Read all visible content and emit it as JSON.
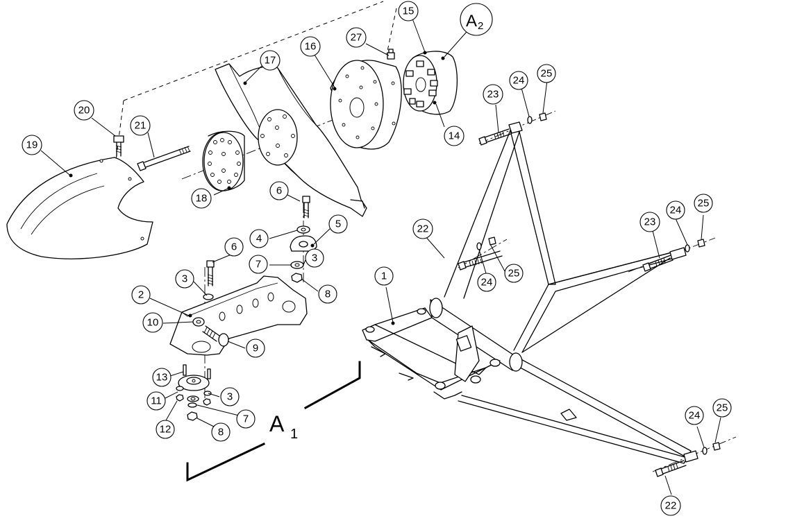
{
  "drawing": {
    "view_A1": {
      "letter": "A",
      "sub": "1"
    },
    "view_A2": {
      "letter": "A",
      "sub": "2"
    }
  },
  "callouts": [
    {
      "id": "c15",
      "label": "15"
    },
    {
      "id": "c27",
      "label": "27"
    },
    {
      "id": "c16",
      "label": "16"
    },
    {
      "id": "c17",
      "label": "17"
    },
    {
      "id": "c20",
      "label": "20"
    },
    {
      "id": "c21",
      "label": "21"
    },
    {
      "id": "c19",
      "label": "19"
    },
    {
      "id": "c14",
      "label": "14"
    },
    {
      "id": "c23a",
      "label": "23"
    },
    {
      "id": "c24a",
      "label": "24"
    },
    {
      "id": "c25a",
      "label": "25"
    },
    {
      "id": "c18",
      "label": "18"
    },
    {
      "id": "c6a",
      "label": "6"
    },
    {
      "id": "c4",
      "label": "4"
    },
    {
      "id": "c5",
      "label": "5"
    },
    {
      "id": "c6b",
      "label": "6"
    },
    {
      "id": "c7a",
      "label": "7"
    },
    {
      "id": "c3a",
      "label": "3"
    },
    {
      "id": "c3b",
      "label": "3"
    },
    {
      "id": "c8a",
      "label": "8"
    },
    {
      "id": "c2",
      "label": "2"
    },
    {
      "id": "c10",
      "label": "10"
    },
    {
      "id": "c9",
      "label": "9"
    },
    {
      "id": "c22a",
      "label": "22"
    },
    {
      "id": "c24b",
      "label": "24"
    },
    {
      "id": "c25b",
      "label": "25"
    },
    {
      "id": "c1",
      "label": "1"
    },
    {
      "id": "c23b",
      "label": "23"
    },
    {
      "id": "c24c",
      "label": "24"
    },
    {
      "id": "c25c",
      "label": "25"
    },
    {
      "id": "c13",
      "label": "13"
    },
    {
      "id": "c11",
      "label": "11"
    },
    {
      "id": "c3c",
      "label": "3"
    },
    {
      "id": "c12",
      "label": "12"
    },
    {
      "id": "c7b",
      "label": "7"
    },
    {
      "id": "c8b",
      "label": "8"
    },
    {
      "id": "c24d",
      "label": "24"
    },
    {
      "id": "c25d",
      "label": "25"
    },
    {
      "id": "c22b",
      "label": "22"
    }
  ]
}
